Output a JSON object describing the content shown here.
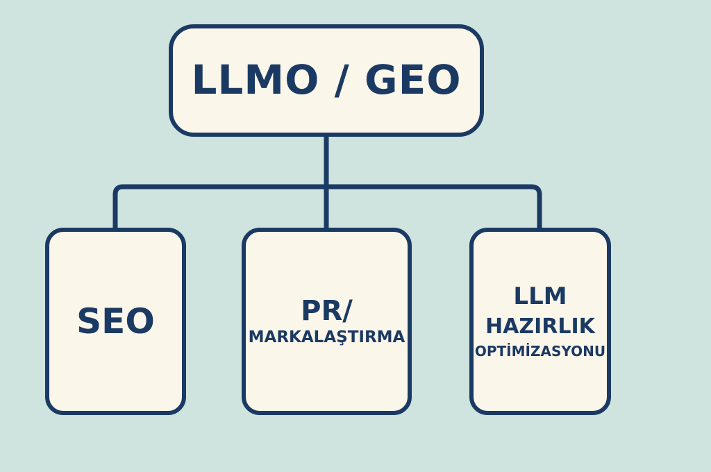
{
  "diagram": {
    "root": {
      "label": "LLMO / GEO"
    },
    "children": [
      {
        "label": "SEO"
      },
      {
        "line1": "PR/",
        "line2": "MARKALAŞTIRMA"
      },
      {
        "line1": "LLM",
        "line2": "HAZIRLIK",
        "line3": "OPTİMİZASYONU"
      }
    ]
  },
  "colors": {
    "background": "#cfe3df",
    "box_fill": "#fbf6ea",
    "stroke": "#1b3a63",
    "text": "#1b3a63"
  }
}
